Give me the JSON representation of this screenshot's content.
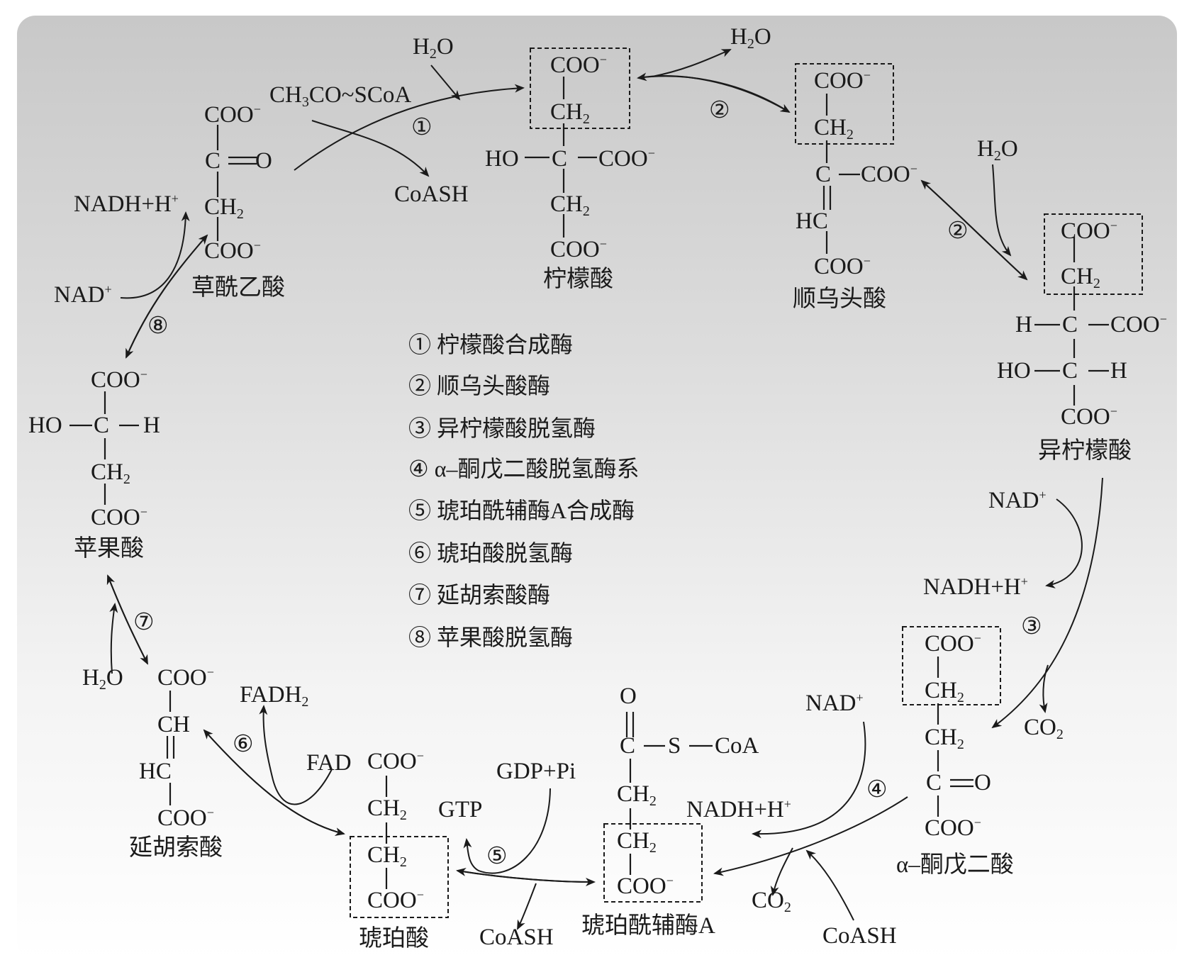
{
  "title": "",
  "molecules": {
    "oxaloacetate": "草酰乙酸",
    "citrate": "柠檬酸",
    "cis_aconitate": "顺乌头酸",
    "isocitrate": "异柠檬酸",
    "alpha_ketoglutarate": "α–酮戊二酸",
    "succinyl_coa": "琥珀酰辅酶A",
    "succinate": "琥珀酸",
    "fumarate": "延胡索酸",
    "malate": "苹果酸"
  },
  "enzymes": [
    {
      "num": "①",
      "name": "柠檬酸合成酶"
    },
    {
      "num": "②",
      "name": "顺乌头酸酶"
    },
    {
      "num": "③",
      "name": "异柠檬酸脱氢酶"
    },
    {
      "num": "④",
      "name": "α–酮戊二酸脱氢酶系"
    },
    {
      "num": "⑤",
      "name": "琥珀酰辅酶A合成酶"
    },
    {
      "num": "⑥",
      "name": "琥珀酸脱氢酶"
    },
    {
      "num": "⑦",
      "name": "延胡索酸酶"
    },
    {
      "num": "⑧",
      "name": "苹果酸脱氢酶"
    }
  ],
  "cofactors": {
    "acetyl_coa": "CH₃CO~SCoA",
    "coash": "CoASH",
    "h2o": "H₂O",
    "nad": "NAD⁺",
    "nadh": "NADH+H⁺",
    "co2": "CO₂",
    "fad": "FAD",
    "fadh2": "FADH₂",
    "gdp_pi": "GDP+Pi",
    "gtp": "GTP"
  },
  "steps": [
    "①",
    "②",
    "③",
    "④",
    "⑤",
    "⑥",
    "⑦",
    "⑧"
  ]
}
